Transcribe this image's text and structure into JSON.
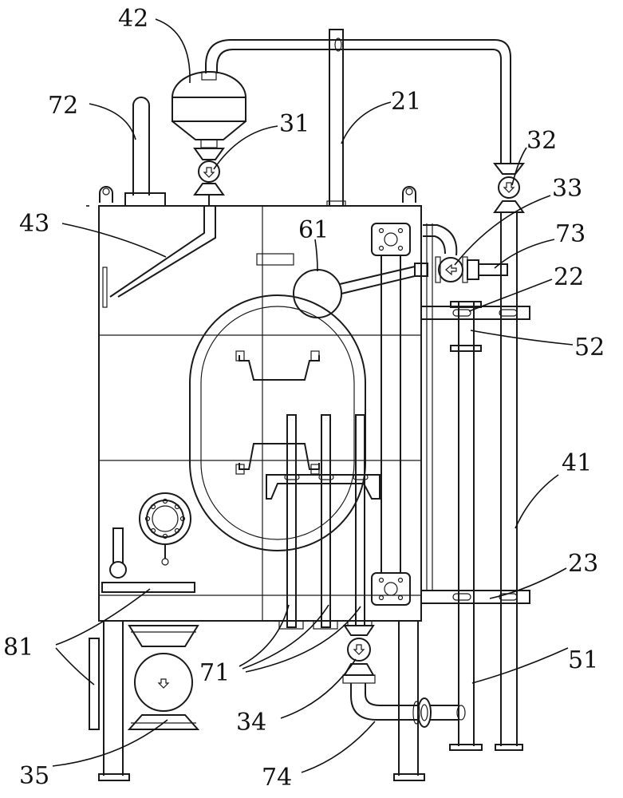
{
  "labels": {
    "l21": "21",
    "l22": "22",
    "l23": "23",
    "l31": "31",
    "l32": "32",
    "l33": "33",
    "l34": "34",
    "l35": "35",
    "l41": "41",
    "l42": "42",
    "l43": "43",
    "l51": "51",
    "l52": "52",
    "l61": "61",
    "l71": "71",
    "l72": "72",
    "l73": "73",
    "l74": "74",
    "l81": "81"
  },
  "colors": {
    "line": "#1a1a1a",
    "background": "#ffffff"
  }
}
